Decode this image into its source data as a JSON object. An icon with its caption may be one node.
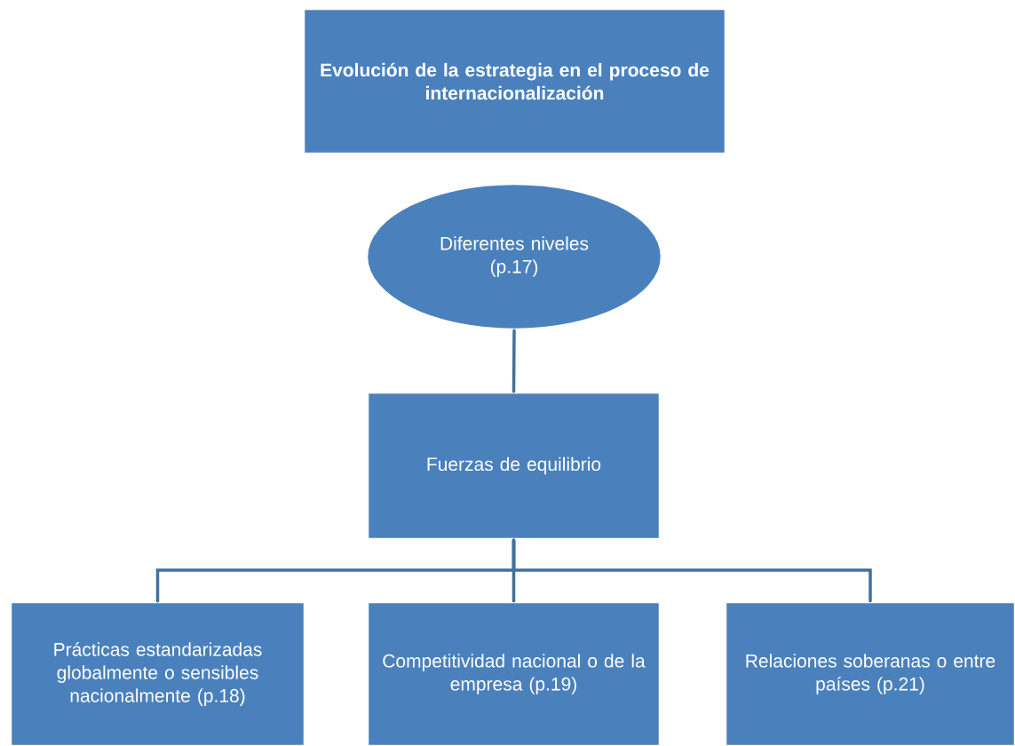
{
  "diagram": {
    "nodes": [
      {
        "text": [
          "Evolución de la estrategia en el proceso de internacionalización"
        ]
      },
      {
        "text": [
          "Diferentes niveles (p.17)"
        ]
      },
      {
        "text": [
          "Fuerzas de equilibrio"
        ]
      },
      {
        "text": [
          "Prácticas estandarizadas globalmente o sensibles nacionalmente (p.18)"
        ]
      },
      {
        "text": [
          "Competitividad nacional o de la empresa (p.19)"
        ]
      },
      {
        "text": [
          "Relaciones soberanas o entre países (p.21)"
        ]
      }
    ],
    "edges": [
      {
        "from": 1,
        "to": 2,
        "arrow": "none"
      },
      {
        "from": 2,
        "to": 3,
        "arrow": "none"
      },
      {
        "from": 2,
        "to": 4,
        "arrow": "none"
      },
      {
        "from": 2,
        "to": 5,
        "arrow": "none"
      }
    ]
  }
}
